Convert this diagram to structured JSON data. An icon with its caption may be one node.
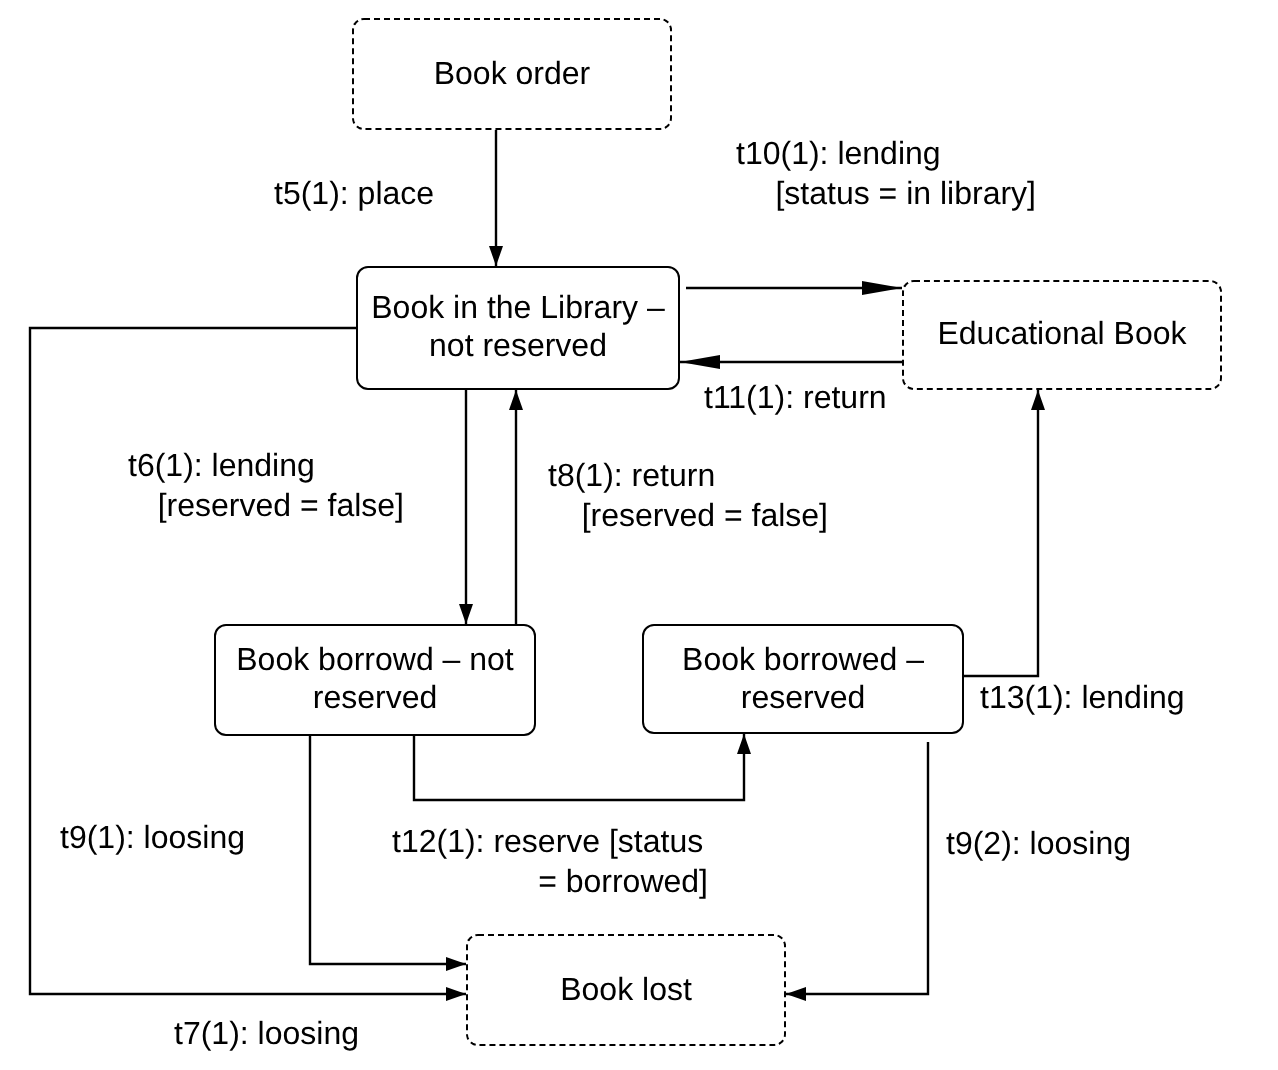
{
  "diagram": {
    "nodes": [
      {
        "text": [
          "Book order"
        ]
      },
      {
        "text": [
          "Book in the Library – not reserved"
        ]
      },
      {
        "text": [
          "Educational Book"
        ]
      },
      {
        "text": [
          "Book borrowd – not reserved"
        ]
      },
      {
        "text": [
          "Book borrowed – reserved"
        ]
      },
      {
        "text": [
          "Book lost"
        ]
      }
    ],
    "edges": [
      {
        "from": 0,
        "to": 1,
        "arrow": "to",
        "label": "t5(1): place"
      },
      {
        "from": 1,
        "to": 2,
        "arrow": "to",
        "label": "t10(1): lending [status = in library]"
      },
      {
        "from": 2,
        "to": 1,
        "arrow": "to",
        "label": "t11(1): return"
      },
      {
        "from": 1,
        "to": 3,
        "arrow": "to",
        "label": "t6(1): lending [reserved = false]"
      },
      {
        "from": 3,
        "to": 1,
        "arrow": "to",
        "label": "t8(1): return [reserved = false]"
      },
      {
        "from": 3,
        "to": 4,
        "arrow": "to",
        "label": "t12(1): reserve [status = borrowed]"
      },
      {
        "from": 4,
        "to": 2,
        "arrow": "to",
        "label": "t13(1): lending"
      },
      {
        "from": 3,
        "to": 5,
        "arrow": "to",
        "label": "t9(1): loosing"
      },
      {
        "from": 4,
        "to": 5,
        "arrow": "to",
        "label": "t9(2): loosing"
      },
      {
        "from": 1,
        "to": 5,
        "arrow": "to",
        "label": "t7(1): loosing"
      }
    ]
  }
}
